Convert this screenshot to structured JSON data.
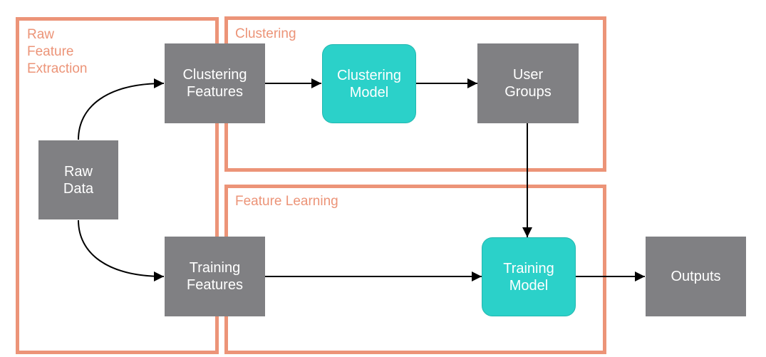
{
  "colors": {
    "region_border": "#ec9478",
    "region_label": "#ec9478",
    "process_fill": "#808083",
    "model_fill": "#2bd1c9",
    "node_text": "#ffffff",
    "edge": "#000000"
  },
  "regions": {
    "raw_feature_extraction": "Raw\nFeature\nExtraction",
    "clustering": "Clustering",
    "feature_learning": "Feature Learning"
  },
  "nodes": {
    "raw_data": "Raw\nData",
    "clustering_features": "Clustering\nFeatures",
    "clustering_model": "Clustering\nModel",
    "user_groups": "User\nGroups",
    "training_features": "Training\nFeatures",
    "training_model": "Training\nModel",
    "outputs": "Outputs"
  },
  "edges": [
    {
      "from": "raw_data",
      "to": "clustering_features",
      "shape": "curve"
    },
    {
      "from": "raw_data",
      "to": "training_features",
      "shape": "curve"
    },
    {
      "from": "clustering_features",
      "to": "clustering_model",
      "shape": "straight"
    },
    {
      "from": "clustering_model",
      "to": "user_groups",
      "shape": "straight"
    },
    {
      "from": "user_groups",
      "to": "training_model",
      "shape": "straight"
    },
    {
      "from": "training_features",
      "to": "training_model",
      "shape": "straight"
    },
    {
      "from": "training_model",
      "to": "outputs",
      "shape": "straight"
    }
  ]
}
